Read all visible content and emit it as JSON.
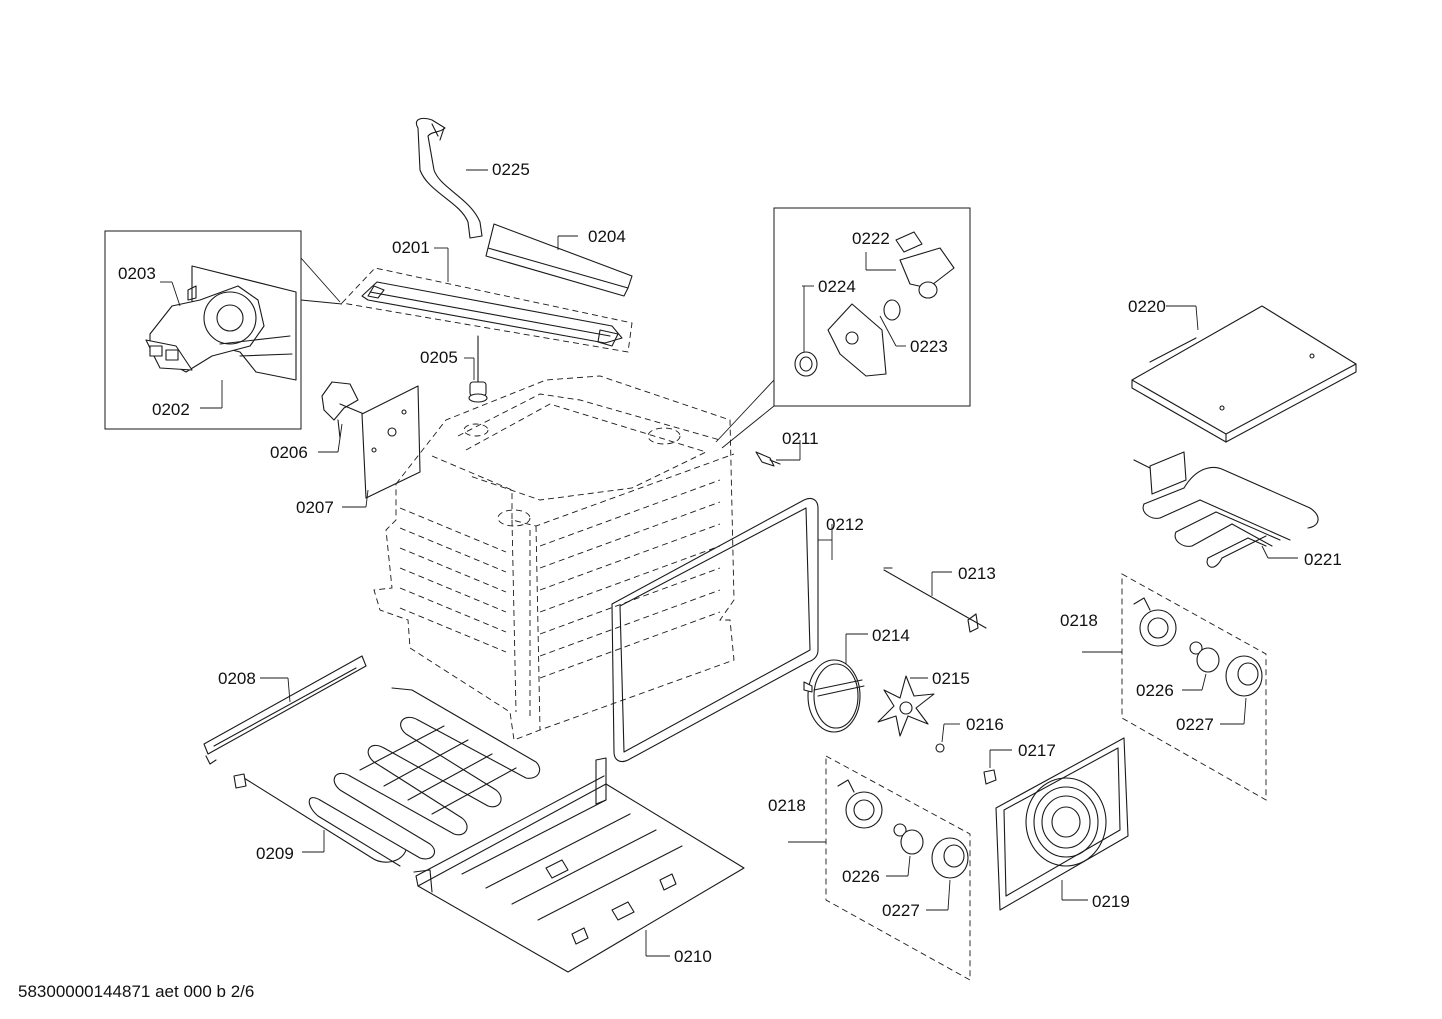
{
  "document_code": "58300000144871 aet 000 b 2/6",
  "part_labels": {
    "p0201": "0201",
    "p0202": "0202",
    "p0203": "0203",
    "p0204": "0204",
    "p0205": "0205",
    "p0206": "0206",
    "p0207": "0207",
    "p0208": "0208",
    "p0209": "0209",
    "p0210": "0210",
    "p0211": "0211",
    "p0212": "0212",
    "p0213": "0213",
    "p0214": "0214",
    "p0215": "0215",
    "p0216": "0216",
    "p0217": "0217",
    "p0218_upper": "0218",
    "p0218_lower": "0218",
    "p0219": "0219",
    "p0220": "0220",
    "p0221": "0221",
    "p0222": "0222",
    "p0223": "0223",
    "p0224": "0224",
    "p0225": "0225",
    "p0226_upper": "0226",
    "p0226_lower": "0226",
    "p0227_upper": "0227",
    "p0227_lower": "0227"
  }
}
